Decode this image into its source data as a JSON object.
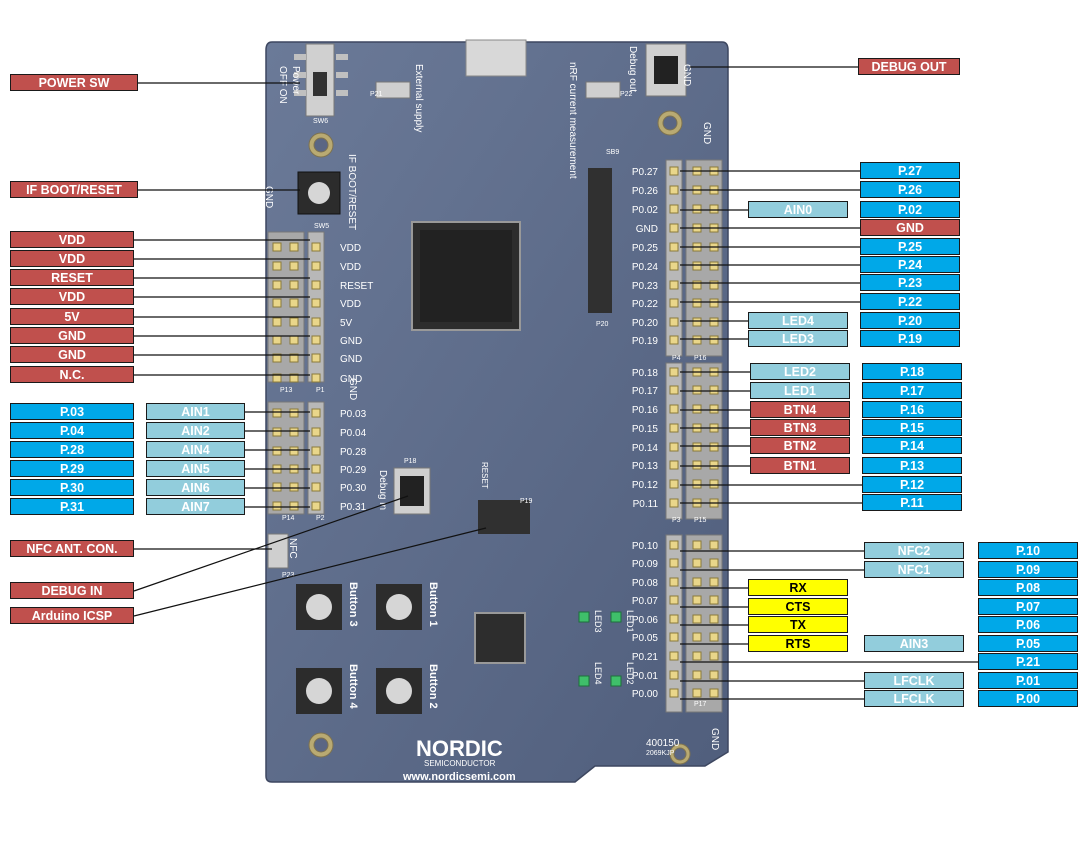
{
  "colors": {
    "power_debug": "#c0504d",
    "pin": "#00a8e8",
    "function": "#92cddc",
    "uart": "#ffff00",
    "board": "#5c6b8a"
  },
  "left_labels": [
    {
      "id": "power-sw",
      "text": "POWER SW",
      "color": "red"
    },
    {
      "id": "if-boot-reset",
      "text": "IF BOOT/RESET",
      "color": "red"
    },
    {
      "id": "p1-vdd-1",
      "text": "VDD",
      "color": "red"
    },
    {
      "id": "p1-vdd-2",
      "text": "VDD",
      "color": "red"
    },
    {
      "id": "p1-reset",
      "text": "RESET",
      "color": "red"
    },
    {
      "id": "p1-vdd-3",
      "text": "VDD",
      "color": "red"
    },
    {
      "id": "p1-5v",
      "text": "5V",
      "color": "red"
    },
    {
      "id": "p1-gnd-1",
      "text": "GND",
      "color": "red"
    },
    {
      "id": "p1-gnd-2",
      "text": "GND",
      "color": "red"
    },
    {
      "id": "p1-nc",
      "text": "N.C.",
      "color": "red"
    },
    {
      "id": "p2-p03",
      "text": "P.03",
      "color": "blue"
    },
    {
      "id": "p2-ain1",
      "text": "AIN1",
      "color": "lblue"
    },
    {
      "id": "p2-p04",
      "text": "P.04",
      "color": "blue"
    },
    {
      "id": "p2-ain2",
      "text": "AIN2",
      "color": "lblue"
    },
    {
      "id": "p2-p28",
      "text": "P.28",
      "color": "blue"
    },
    {
      "id": "p2-ain4",
      "text": "AIN4",
      "color": "lblue"
    },
    {
      "id": "p2-p29",
      "text": "P.29",
      "color": "blue"
    },
    {
      "id": "p2-ain5",
      "text": "AIN5",
      "color": "lblue"
    },
    {
      "id": "p2-p30",
      "text": "P.30",
      "color": "blue"
    },
    {
      "id": "p2-ain6",
      "text": "AIN6",
      "color": "lblue"
    },
    {
      "id": "p2-p31",
      "text": "P.31",
      "color": "blue"
    },
    {
      "id": "p2-ain7",
      "text": "AIN7",
      "color": "lblue"
    },
    {
      "id": "nfc-ant",
      "text": "NFC ANT. CON.",
      "color": "red"
    },
    {
      "id": "debug-in",
      "text": "DEBUG IN",
      "color": "red"
    },
    {
      "id": "arduino-icsp",
      "text": "Arduino ICSP",
      "color": "red"
    }
  ],
  "right_labels": [
    {
      "id": "debug-out",
      "text": "DEBUG OUT",
      "color": "red"
    },
    {
      "id": "p4-p27",
      "text": "P.27",
      "color": "blue"
    },
    {
      "id": "p4-p26",
      "text": "P.26",
      "color": "blue"
    },
    {
      "id": "p4-ain0",
      "text": "AIN0",
      "color": "lblue"
    },
    {
      "id": "p4-p02",
      "text": "P.02",
      "color": "blue"
    },
    {
      "id": "p4-gnd",
      "text": "GND",
      "color": "red"
    },
    {
      "id": "p4-p25",
      "text": "P.25",
      "color": "blue"
    },
    {
      "id": "p4-p24",
      "text": "P.24",
      "color": "blue"
    },
    {
      "id": "p4-p23",
      "text": "P.23",
      "color": "blue"
    },
    {
      "id": "p4-p22",
      "text": "P.22",
      "color": "blue"
    },
    {
      "id": "p4-led4",
      "text": "LED4",
      "color": "lblue"
    },
    {
      "id": "p4-p20",
      "text": "P.20",
      "color": "blue"
    },
    {
      "id": "p4-led3",
      "text": "LED3",
      "color": "lblue"
    },
    {
      "id": "p4-p19",
      "text": "P.19",
      "color": "blue"
    },
    {
      "id": "p3-led2",
      "text": "LED2",
      "color": "lblue"
    },
    {
      "id": "p3-p18",
      "text": "P.18",
      "color": "blue"
    },
    {
      "id": "p3-led1",
      "text": "LED1",
      "color": "lblue"
    },
    {
      "id": "p3-p17",
      "text": "P.17",
      "color": "blue"
    },
    {
      "id": "p3-btn4",
      "text": "BTN4",
      "color": "red"
    },
    {
      "id": "p3-p16",
      "text": "P.16",
      "color": "blue"
    },
    {
      "id": "p3-btn3",
      "text": "BTN3",
      "color": "red"
    },
    {
      "id": "p3-p15",
      "text": "P.15",
      "color": "blue"
    },
    {
      "id": "p3-btn2",
      "text": "BTN2",
      "color": "red"
    },
    {
      "id": "p3-p14",
      "text": "P.14",
      "color": "blue"
    },
    {
      "id": "p3-btn1",
      "text": "BTN1",
      "color": "red"
    },
    {
      "id": "p3-p13",
      "text": "P.13",
      "color": "blue"
    },
    {
      "id": "p3-p12",
      "text": "P.12",
      "color": "blue"
    },
    {
      "id": "p3-p11",
      "text": "P.11",
      "color": "blue"
    },
    {
      "id": "p17-nfc2",
      "text": "NFC2",
      "color": "lblue"
    },
    {
      "id": "p17-p10",
      "text": "P.10",
      "color": "blue"
    },
    {
      "id": "p17-nfc1",
      "text": "NFC1",
      "color": "lblue"
    },
    {
      "id": "p17-p09",
      "text": "P.09",
      "color": "blue"
    },
    {
      "id": "p17-rx",
      "text": "RX",
      "color": "yel"
    },
    {
      "id": "p17-p08",
      "text": "P.08",
      "color": "blue"
    },
    {
      "id": "p17-cts",
      "text": "CTS",
      "color": "yel"
    },
    {
      "id": "p17-p07",
      "text": "P.07",
      "color": "blue"
    },
    {
      "id": "p17-tx",
      "text": "TX",
      "color": "yel"
    },
    {
      "id": "p17-p06",
      "text": "P.06",
      "color": "blue"
    },
    {
      "id": "p17-rts",
      "text": "RTS",
      "color": "yel"
    },
    {
      "id": "p17-ain3",
      "text": "AIN3",
      "color": "lblue"
    },
    {
      "id": "p17-p05",
      "text": "P.05",
      "color": "blue"
    },
    {
      "id": "p17-p21",
      "text": "P.21",
      "color": "blue"
    },
    {
      "id": "p17-lfclk-1",
      "text": "LFCLK",
      "color": "lblue"
    },
    {
      "id": "p17-p01",
      "text": "P.01",
      "color": "blue"
    },
    {
      "id": "p17-lfclk-2",
      "text": "LFCLK",
      "color": "lblue"
    },
    {
      "id": "p17-p00",
      "text": "P.00",
      "color": "blue"
    }
  ],
  "silkscreen": {
    "p1_pins": [
      "VDD",
      "VDD",
      "RESET",
      "VDD",
      "5V",
      "GND",
      "GND",
      "GND"
    ],
    "p2_pins": [
      "P0.03",
      "P0.04",
      "P0.28",
      "P0.29",
      "P0.30",
      "P0.31"
    ],
    "p4_pins": [
      "P0.27",
      "P0.26",
      "P0.02",
      "GND",
      "P0.25",
      "P0.24",
      "P0.23",
      "P0.22",
      "P0.20",
      "P0.19"
    ],
    "p3_pins": [
      "P0.18",
      "P0.17",
      "P0.16",
      "P0.15",
      "P0.14",
      "P0.13",
      "P0.12",
      "P0.11"
    ],
    "p17_pins": [
      "P0.10",
      "P0.09",
      "P0.08",
      "P0.07",
      "P0.06",
      "P0.05",
      "P0.21",
      "P0.01",
      "P0.00"
    ],
    "gnd": "GND",
    "if_boot_reset": "IF BOOT/RESET",
    "power": "Power",
    "off_on": "OFF ON",
    "external_supply": "External supply",
    "nrf_current": "nRF current measurement",
    "debug_out": "Debug out",
    "debug_in": "Debug in",
    "nfc": "NFC",
    "reset": "RESET",
    "buttons": [
      "Button 1",
      "Button 2",
      "Button 3",
      "Button 4"
    ],
    "leds": [
      "LED1",
      "LED2",
      "LED3",
      "LED4"
    ],
    "brand": "NORDIC",
    "brand_sub": "SEMICONDUCTOR",
    "url": "www.nordicsemi.com",
    "board_id": "400150",
    "batch": "2069KJP",
    "header_names": [
      "P1",
      "P2",
      "P3",
      "P4",
      "P13",
      "P14",
      "P15",
      "P16",
      "P17",
      "P18",
      "P19",
      "P20",
      "P21",
      "P22",
      "P23",
      "SW5",
      "SW6",
      "SB9"
    ]
  }
}
